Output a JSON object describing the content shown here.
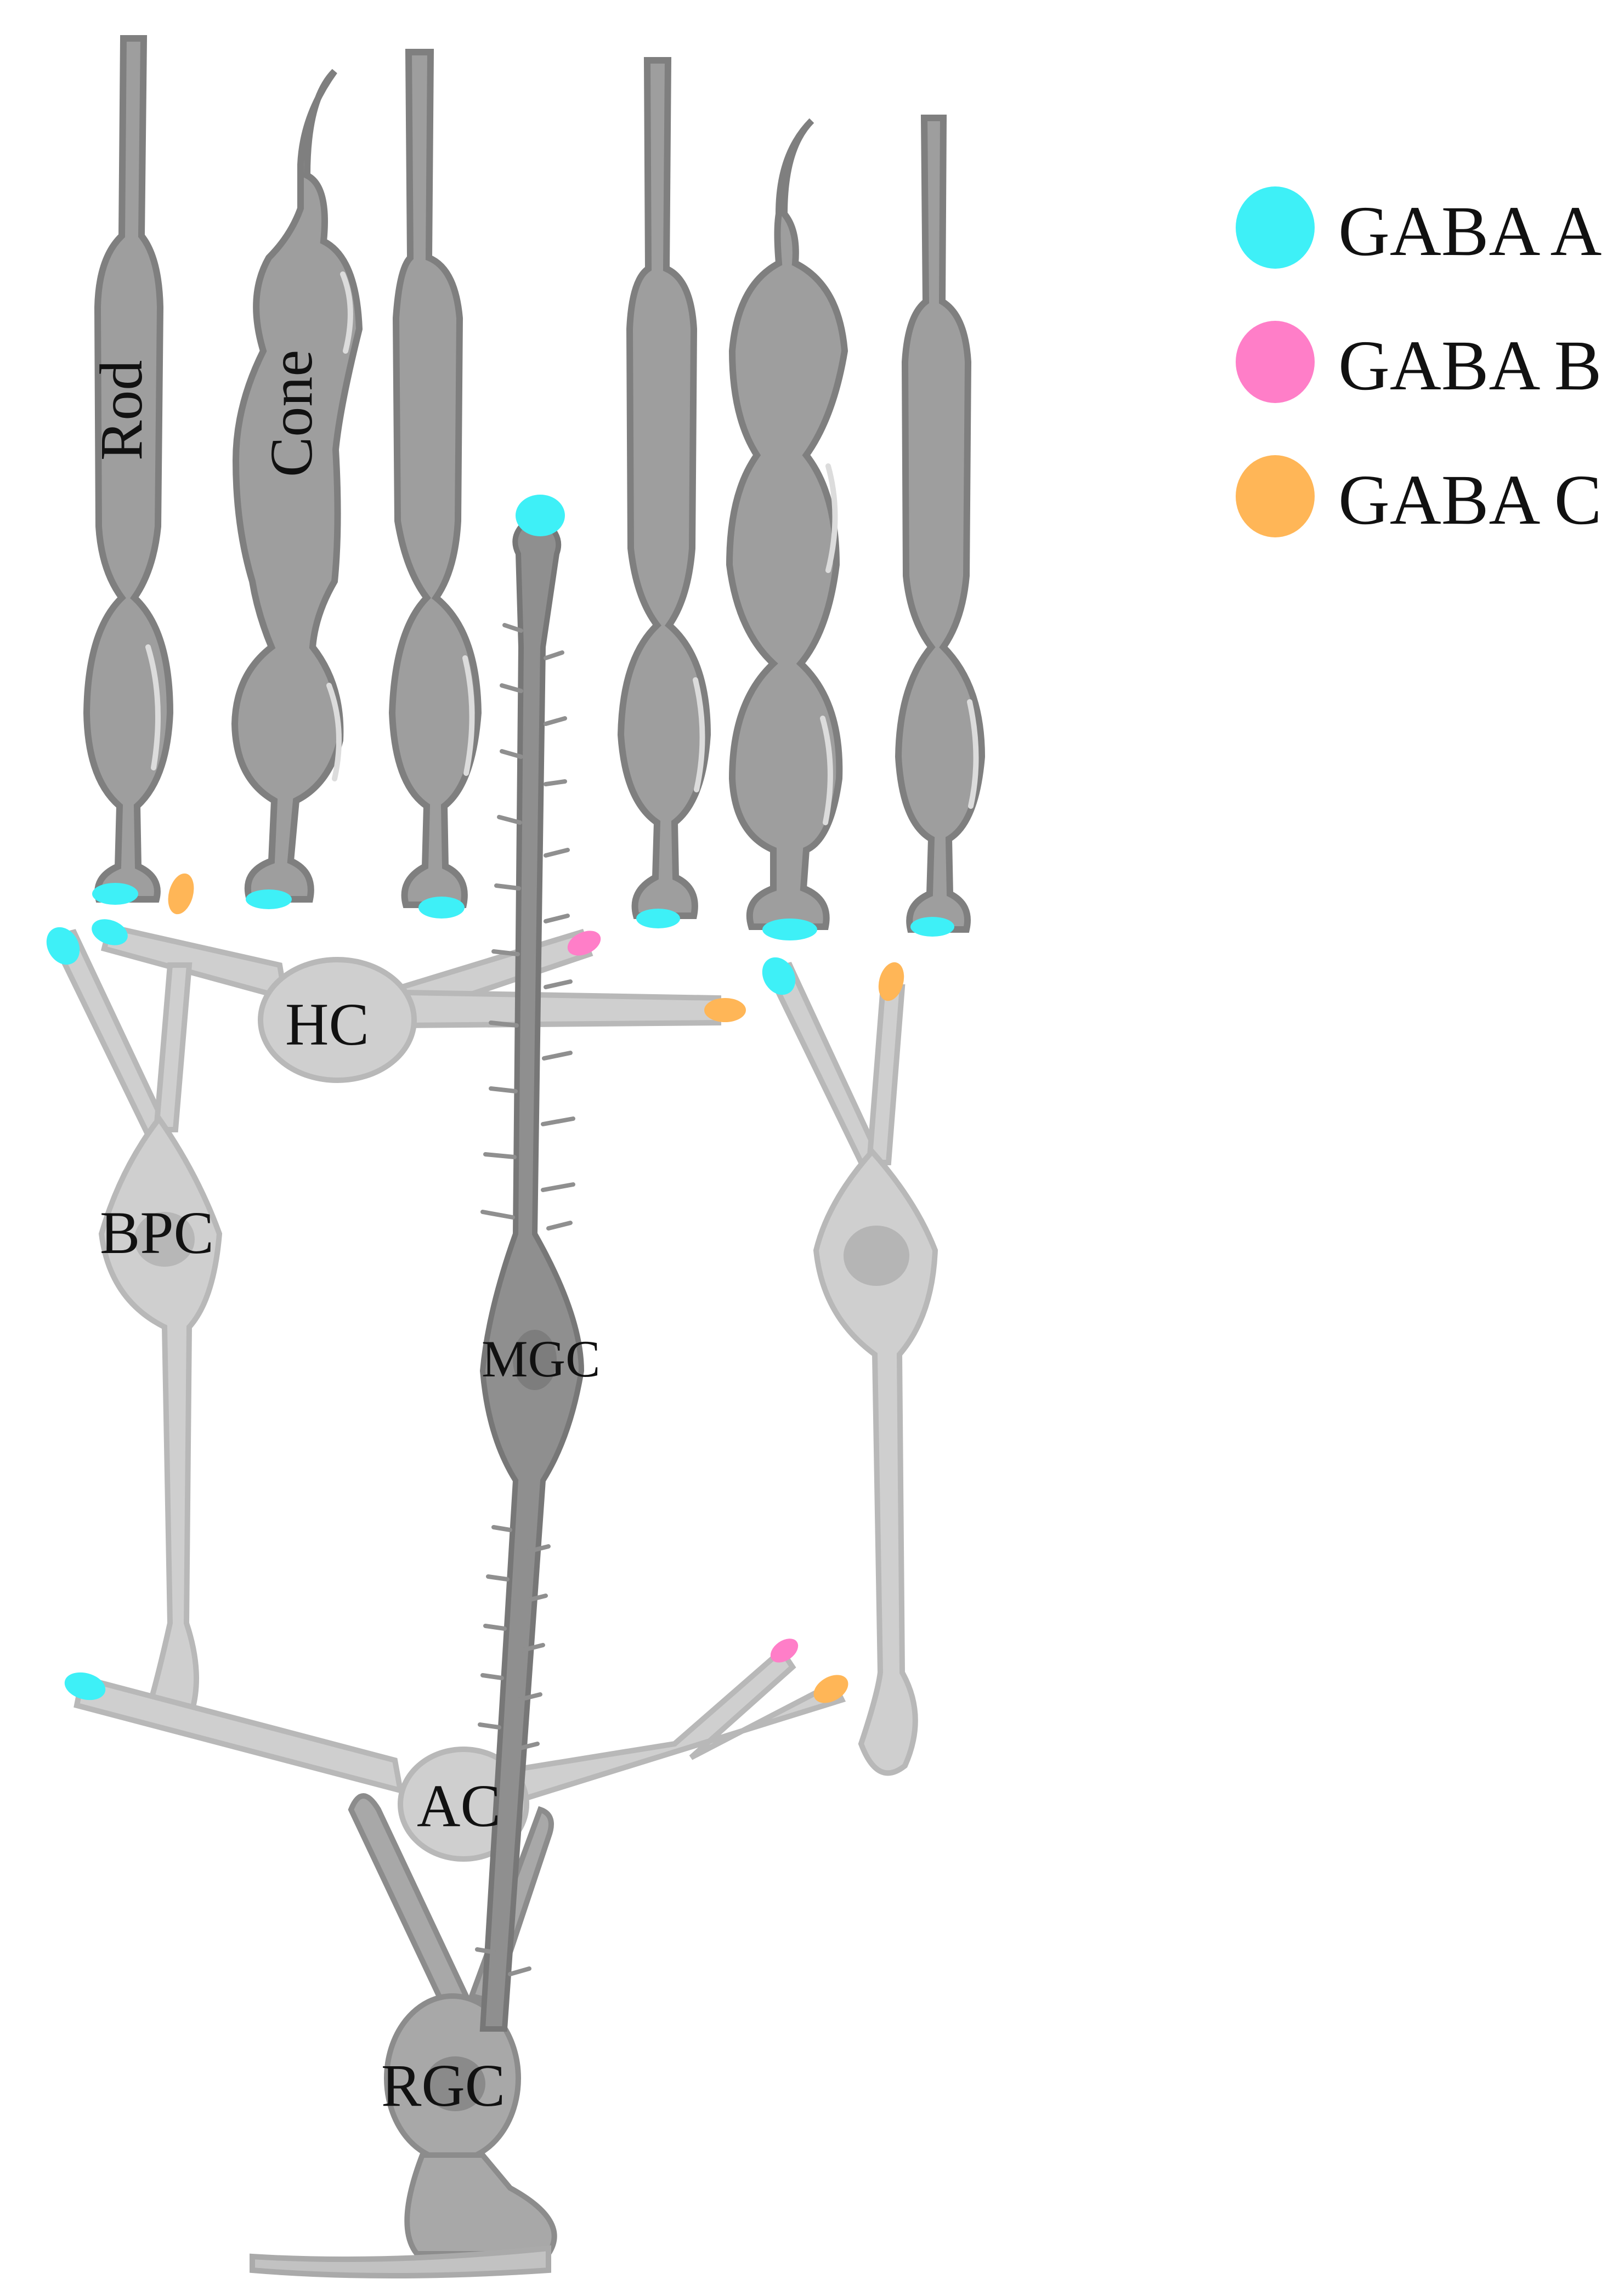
{
  "labels": {
    "rod": "Rod",
    "cone": "Cone",
    "hc": "HC",
    "bpc": "BPC",
    "mgc": "MGC",
    "ac": "AC",
    "rgc": "RGC"
  },
  "legend": [
    {
      "label": "GABA A",
      "color": "#3ef0f7"
    },
    {
      "label": "GABA B",
      "color": "#ff7ec8"
    },
    {
      "label": "GABA C",
      "color": "#ffb657"
    }
  ],
  "colors": {
    "photoreceptor": "#9e9e9e",
    "photoreceptor_edge": "#7f7f7f",
    "neuron_light": "#cfcfcf",
    "neuron_edge": "#b8b8b8",
    "mgc": "#8f8f8f",
    "highlight": "#e6e6e6"
  }
}
